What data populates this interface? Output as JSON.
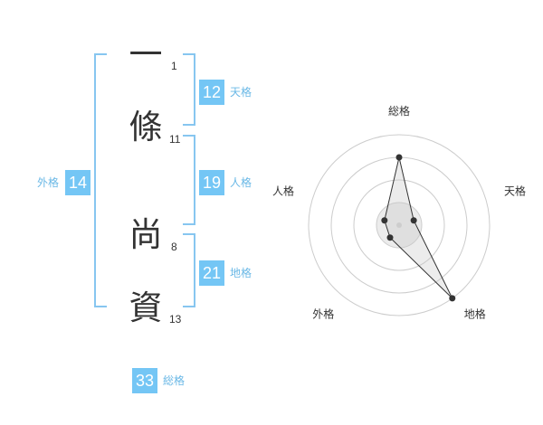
{
  "name": {
    "chars": [
      {
        "char": "一",
        "strokes": "1"
      },
      {
        "char": "條",
        "strokes": "11"
      },
      {
        "char": "尚",
        "strokes": "8"
      },
      {
        "char": "資",
        "strokes": "13"
      }
    ]
  },
  "fortune": {
    "tenkaku": {
      "value": "12",
      "label": "天格"
    },
    "jinkaku": {
      "value": "19",
      "label": "人格"
    },
    "chikaku": {
      "value": "21",
      "label": "地格"
    },
    "gaikaku": {
      "value": "14",
      "label": "外格"
    },
    "soukaku": {
      "value": "33",
      "label": "総格"
    }
  },
  "chart_data": {
    "type": "radar",
    "axes": [
      "総格",
      "天格",
      "地格",
      "外格",
      "人格"
    ],
    "values": [
      4,
      1,
      5,
      1,
      1
    ],
    "max": 5,
    "rings": 4
  }
}
